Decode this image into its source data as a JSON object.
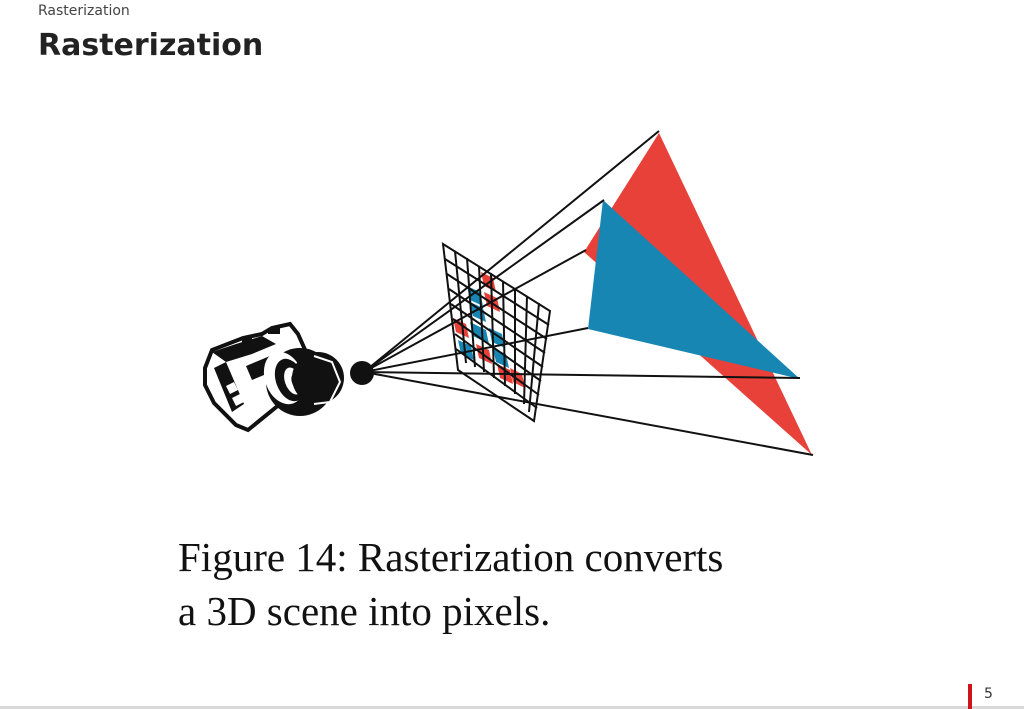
{
  "header": {
    "breadcrumb": "Rasterization",
    "title": "Rasterization"
  },
  "figure": {
    "caption_line1": "Figure 14: Rasterization converts",
    "caption_line2": "a 3D scene into pixels.",
    "colors": {
      "red_triangle": "#e8413a",
      "blue_triangle": "#1786b3",
      "lines": "#111111"
    },
    "icons": [
      "camera-icon"
    ]
  },
  "footer": {
    "page_number": "5",
    "accent_color": "#d0121b"
  }
}
